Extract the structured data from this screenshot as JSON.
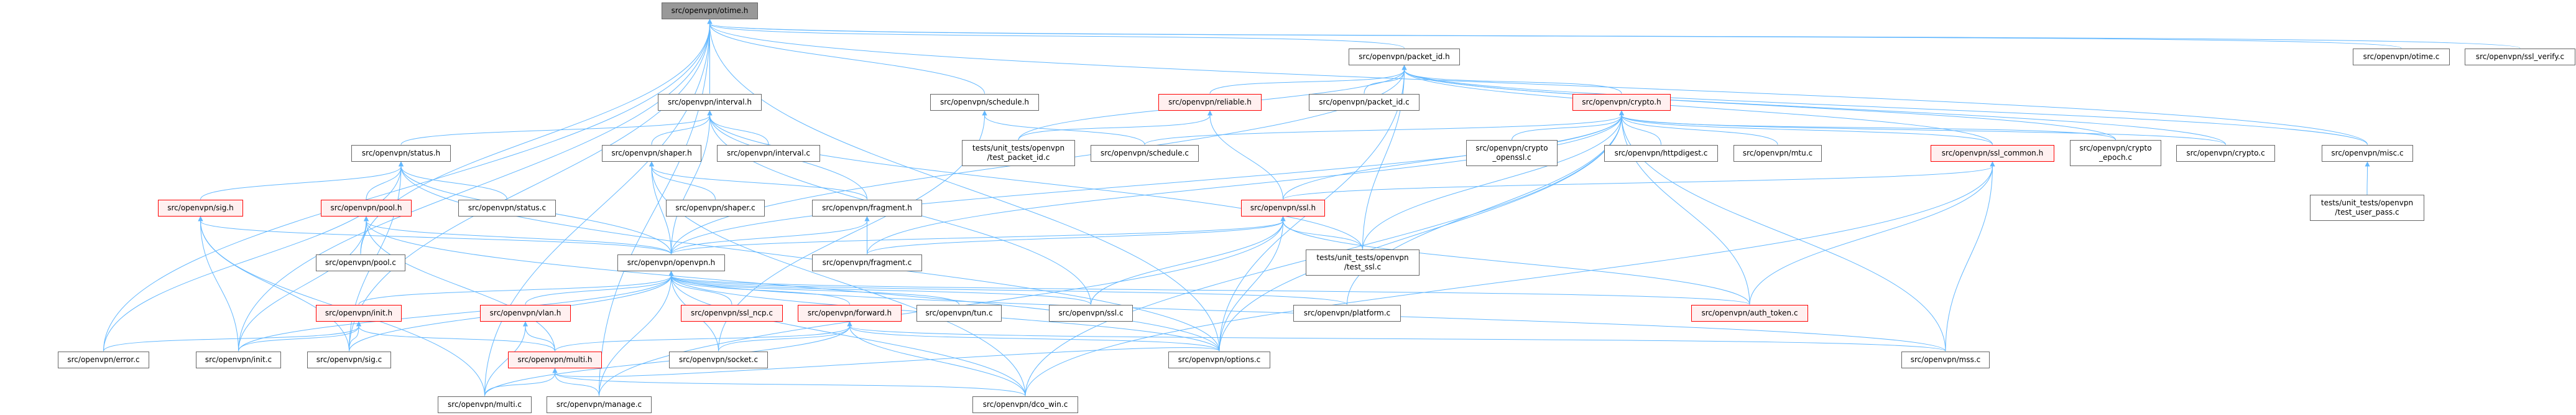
{
  "graph": {
    "edge_color": "#63b8ff",
    "nodes": [
      {
        "id": "otime_h",
        "label": "src/openvpn/otime.h",
        "status": "root"
      },
      {
        "id": "interval_h",
        "label": "src/openvpn/interval.h",
        "status": "normal"
      },
      {
        "id": "schedule_h",
        "label": "src/openvpn/schedule.h",
        "status": "normal"
      },
      {
        "id": "packet_id_h",
        "label": "src/openvpn/packet_id.h",
        "status": "normal"
      },
      {
        "id": "otime_c",
        "label": "src/openvpn/otime.c",
        "status": "normal"
      },
      {
        "id": "ssl_verify_c",
        "label": "src/openvpn/ssl_verify.c",
        "status": "normal"
      },
      {
        "id": "status_h",
        "label": "src/openvpn/status.h",
        "status": "normal"
      },
      {
        "id": "shaper_h",
        "label": "src/openvpn/shaper.h",
        "status": "normal"
      },
      {
        "id": "interval_c",
        "label": "src/openvpn/interval.c",
        "status": "normal"
      },
      {
        "id": "reliable_h",
        "label": "src/openvpn/reliable.h",
        "status": "truncated"
      },
      {
        "id": "packet_id_c",
        "label": "src/openvpn/packet_id.c",
        "status": "normal"
      },
      {
        "id": "crypto_h",
        "label": "src/openvpn/crypto.h",
        "status": "truncated"
      },
      {
        "id": "test_packet_id_c",
        "label": "tests/unit_tests/openvpn\n/test_packet_id.c",
        "status": "normal"
      },
      {
        "id": "schedule_c",
        "label": "src/openvpn/schedule.c",
        "status": "normal"
      },
      {
        "id": "crypto_openssl_c",
        "label": "src/openvpn/crypto\n_openssl.c",
        "status": "normal"
      },
      {
        "id": "httpdigest_c",
        "label": "src/openvpn/httpdigest.c",
        "status": "normal"
      },
      {
        "id": "mtu_c",
        "label": "src/openvpn/mtu.c",
        "status": "normal"
      },
      {
        "id": "ssl_common_h",
        "label": "src/openvpn/ssl_common.h",
        "status": "truncated"
      },
      {
        "id": "crypto_epoch_c",
        "label": "src/openvpn/crypto\n_epoch.c",
        "status": "normal"
      },
      {
        "id": "crypto_c",
        "label": "src/openvpn/crypto.c",
        "status": "normal"
      },
      {
        "id": "misc_c",
        "label": "src/openvpn/misc.c",
        "status": "normal"
      },
      {
        "id": "sig_h",
        "label": "src/openvpn/sig.h",
        "status": "truncated"
      },
      {
        "id": "pool_h",
        "label": "src/openvpn/pool.h",
        "status": "truncated"
      },
      {
        "id": "status_c",
        "label": "src/openvpn/status.c",
        "status": "normal"
      },
      {
        "id": "shaper_c",
        "label": "src/openvpn/shaper.c",
        "status": "normal"
      },
      {
        "id": "fragment_h",
        "label": "src/openvpn/fragment.h",
        "status": "normal"
      },
      {
        "id": "ssl_h",
        "label": "src/openvpn/ssl.h",
        "status": "truncated"
      },
      {
        "id": "test_user_pass_c",
        "label": "tests/unit_tests/openvpn\n/test_user_pass.c",
        "status": "normal"
      },
      {
        "id": "pool_c",
        "label": "src/openvpn/pool.c",
        "status": "normal"
      },
      {
        "id": "openvpn_h",
        "label": "src/openvpn/openvpn.h",
        "status": "normal"
      },
      {
        "id": "fragment_c",
        "label": "src/openvpn/fragment.c",
        "status": "normal"
      },
      {
        "id": "test_ssl_c",
        "label": "tests/unit_tests/openvpn\n/test_ssl.c",
        "status": "normal"
      },
      {
        "id": "init_h",
        "label": "src/openvpn/init.h",
        "status": "truncated"
      },
      {
        "id": "vlan_h",
        "label": "src/openvpn/vlan.h",
        "status": "truncated"
      },
      {
        "id": "ssl_ncp_c",
        "label": "src/openvpn/ssl_ncp.c",
        "status": "truncated"
      },
      {
        "id": "forward_h",
        "label": "src/openvpn/forward.h",
        "status": "truncated"
      },
      {
        "id": "tun_c",
        "label": "src/openvpn/tun.c",
        "status": "normal"
      },
      {
        "id": "ssl_c",
        "label": "src/openvpn/ssl.c",
        "status": "normal"
      },
      {
        "id": "platform_c",
        "label": "src/openvpn/platform.c",
        "status": "normal"
      },
      {
        "id": "auth_token_c",
        "label": "src/openvpn/auth_token.c",
        "status": "truncated"
      },
      {
        "id": "error_c",
        "label": "src/openvpn/error.c",
        "status": "normal"
      },
      {
        "id": "init_c",
        "label": "src/openvpn/init.c",
        "status": "normal"
      },
      {
        "id": "sig_c",
        "label": "src/openvpn/sig.c",
        "status": "normal"
      },
      {
        "id": "multi_h",
        "label": "src/openvpn/multi.h",
        "status": "truncated"
      },
      {
        "id": "socket_c",
        "label": "src/openvpn/socket.c",
        "status": "normal"
      },
      {
        "id": "options_c",
        "label": "src/openvpn/options.c",
        "status": "normal"
      },
      {
        "id": "mss_c",
        "label": "src/openvpn/mss.c",
        "status": "normal"
      },
      {
        "id": "multi_c",
        "label": "src/openvpn/multi.c",
        "status": "normal"
      },
      {
        "id": "manage_c",
        "label": "src/openvpn/manage.c",
        "status": "normal"
      },
      {
        "id": "dco_win_c",
        "label": "src/openvpn/dco_win.c",
        "status": "normal"
      }
    ],
    "edges": [
      [
        "interval_h",
        "otime_h"
      ],
      [
        "schedule_h",
        "otime_h"
      ],
      [
        "packet_id_h",
        "otime_h"
      ],
      [
        "otime_c",
        "otime_h"
      ],
      [
        "ssl_verify_c",
        "otime_h"
      ],
      [
        "error_c",
        "otime_h"
      ],
      [
        "init_c",
        "otime_h"
      ],
      [
        "multi_c",
        "otime_h"
      ],
      [
        "manage_c",
        "otime_h"
      ],
      [
        "pool_c",
        "otime_h"
      ],
      [
        "sig_c",
        "otime_h"
      ],
      [
        "misc_c",
        "otime_h"
      ],
      [
        "options_c",
        "otime_h"
      ],
      [
        "status_h",
        "interval_h"
      ],
      [
        "shaper_h",
        "interval_h"
      ],
      [
        "interval_c",
        "interval_h"
      ],
      [
        "openvpn_h",
        "interval_h"
      ],
      [
        "fragment_h",
        "interval_h"
      ],
      [
        "ssl_c",
        "interval_h"
      ],
      [
        "test_ssl_c",
        "interval_h"
      ],
      [
        "sig_h",
        "status_h"
      ],
      [
        "pool_h",
        "status_h"
      ],
      [
        "status_c",
        "status_h"
      ],
      [
        "openvpn_h",
        "status_h"
      ],
      [
        "error_c",
        "status_h"
      ],
      [
        "sig_c",
        "status_h"
      ],
      [
        "options_c",
        "status_h"
      ],
      [
        "openvpn_h",
        "sig_h"
      ],
      [
        "init_c",
        "sig_h"
      ],
      [
        "sig_c",
        "sig_h"
      ],
      [
        "multi_c",
        "sig_h"
      ],
      [
        "pool_c",
        "pool_h"
      ],
      [
        "openvpn_h",
        "pool_h"
      ],
      [
        "multi_h",
        "pool_h"
      ],
      [
        "init_c",
        "pool_h"
      ],
      [
        "options_c",
        "pool_h"
      ],
      [
        "shaper_c",
        "shaper_h"
      ],
      [
        "openvpn_h",
        "shaper_h"
      ],
      [
        "fragment_h",
        "shaper_h"
      ],
      [
        "dco_win_c",
        "shaper_h"
      ],
      [
        "fragment_c",
        "fragment_h"
      ],
      [
        "openvpn_h",
        "fragment_h"
      ],
      [
        "schedule_c",
        "schedule_h"
      ],
      [
        "socket_c",
        "schedule_h"
      ],
      [
        "test_packet_id_c",
        "reliable_h"
      ],
      [
        "ssl_h",
        "reliable_h"
      ],
      [
        "packet_id_c",
        "packet_id_h"
      ],
      [
        "crypto_h",
        "packet_id_h"
      ],
      [
        "test_ssl_c",
        "packet_id_h"
      ],
      [
        "test_packet_id_c",
        "packet_id_h"
      ],
      [
        "reliable_h",
        "packet_id_h"
      ],
      [
        "openvpn_h",
        "packet_id_h"
      ],
      [
        "crypto_epoch_c",
        "packet_id_h"
      ],
      [
        "crypto_c",
        "packet_id_h"
      ],
      [
        "ssl_common_h",
        "packet_id_h"
      ],
      [
        "misc_c",
        "packet_id_h"
      ],
      [
        "options_c",
        "packet_id_h"
      ],
      [
        "crypto_openssl_c",
        "crypto_h"
      ],
      [
        "httpdigest_c",
        "crypto_h"
      ],
      [
        "mtu_c",
        "crypto_h"
      ],
      [
        "ssl_common_h",
        "crypto_h"
      ],
      [
        "crypto_epoch_c",
        "crypto_h"
      ],
      [
        "crypto_c",
        "crypto_h"
      ],
      [
        "test_ssl_c",
        "crypto_h"
      ],
      [
        "ssl_h",
        "crypto_h"
      ],
      [
        "openvpn_h",
        "crypto_h"
      ],
      [
        "fragment_c",
        "crypto_h"
      ],
      [
        "platform_c",
        "crypto_h"
      ],
      [
        "auth_token_c",
        "crypto_h"
      ],
      [
        "mss_c",
        "crypto_h"
      ],
      [
        "dco_win_c",
        "crypto_h"
      ],
      [
        "options_c",
        "crypto_h"
      ],
      [
        "schedule_c",
        "crypto_h"
      ],
      [
        "ssl_h",
        "ssl_common_h"
      ],
      [
        "auth_token_c",
        "ssl_common_h"
      ],
      [
        "mss_c",
        "ssl_common_h"
      ],
      [
        "dco_win_c",
        "ssl_common_h"
      ],
      [
        "openvpn_h",
        "ssl_h"
      ],
      [
        "ssl_c",
        "ssl_h"
      ],
      [
        "options_c",
        "ssl_h"
      ],
      [
        "test_ssl_c",
        "ssl_h"
      ],
      [
        "auth_token_c",
        "ssl_h"
      ],
      [
        "fragment_c",
        "ssl_h"
      ],
      [
        "manage_c",
        "ssl_h"
      ],
      [
        "test_user_pass_c",
        "misc_c"
      ],
      [
        "init_h",
        "openvpn_h"
      ],
      [
        "vlan_h",
        "openvpn_h"
      ],
      [
        "ssl_ncp_c",
        "openvpn_h"
      ],
      [
        "forward_h",
        "openvpn_h"
      ],
      [
        "socket_c",
        "openvpn_h"
      ],
      [
        "manage_c",
        "openvpn_h"
      ],
      [
        "tun_c",
        "openvpn_h"
      ],
      [
        "ssl_c",
        "openvpn_h"
      ],
      [
        "platform_c",
        "openvpn_h"
      ],
      [
        "auth_token_c",
        "openvpn_h"
      ],
      [
        "options_c",
        "openvpn_h"
      ],
      [
        "sig_c",
        "openvpn_h"
      ],
      [
        "init_c",
        "openvpn_h"
      ],
      [
        "dco_win_c",
        "openvpn_h"
      ],
      [
        "mss_c",
        "openvpn_h"
      ],
      [
        "error_c",
        "init_h"
      ],
      [
        "init_c",
        "init_h"
      ],
      [
        "sig_c",
        "init_h"
      ],
      [
        "multi_h",
        "init_h"
      ],
      [
        "multi_h",
        "vlan_h"
      ],
      [
        "multi_c",
        "vlan_h"
      ],
      [
        "multi_h",
        "forward_h"
      ],
      [
        "socket_c",
        "forward_h"
      ],
      [
        "multi_c",
        "forward_h"
      ],
      [
        "dco_win_c",
        "forward_h"
      ],
      [
        "options_c",
        "forward_h"
      ],
      [
        "mss_c",
        "forward_h"
      ],
      [
        "multi_c",
        "multi_h"
      ],
      [
        "manage_c",
        "multi_h"
      ],
      [
        "dco_win_c",
        "multi_h"
      ],
      [
        "options_c",
        "multi_h"
      ]
    ]
  }
}
